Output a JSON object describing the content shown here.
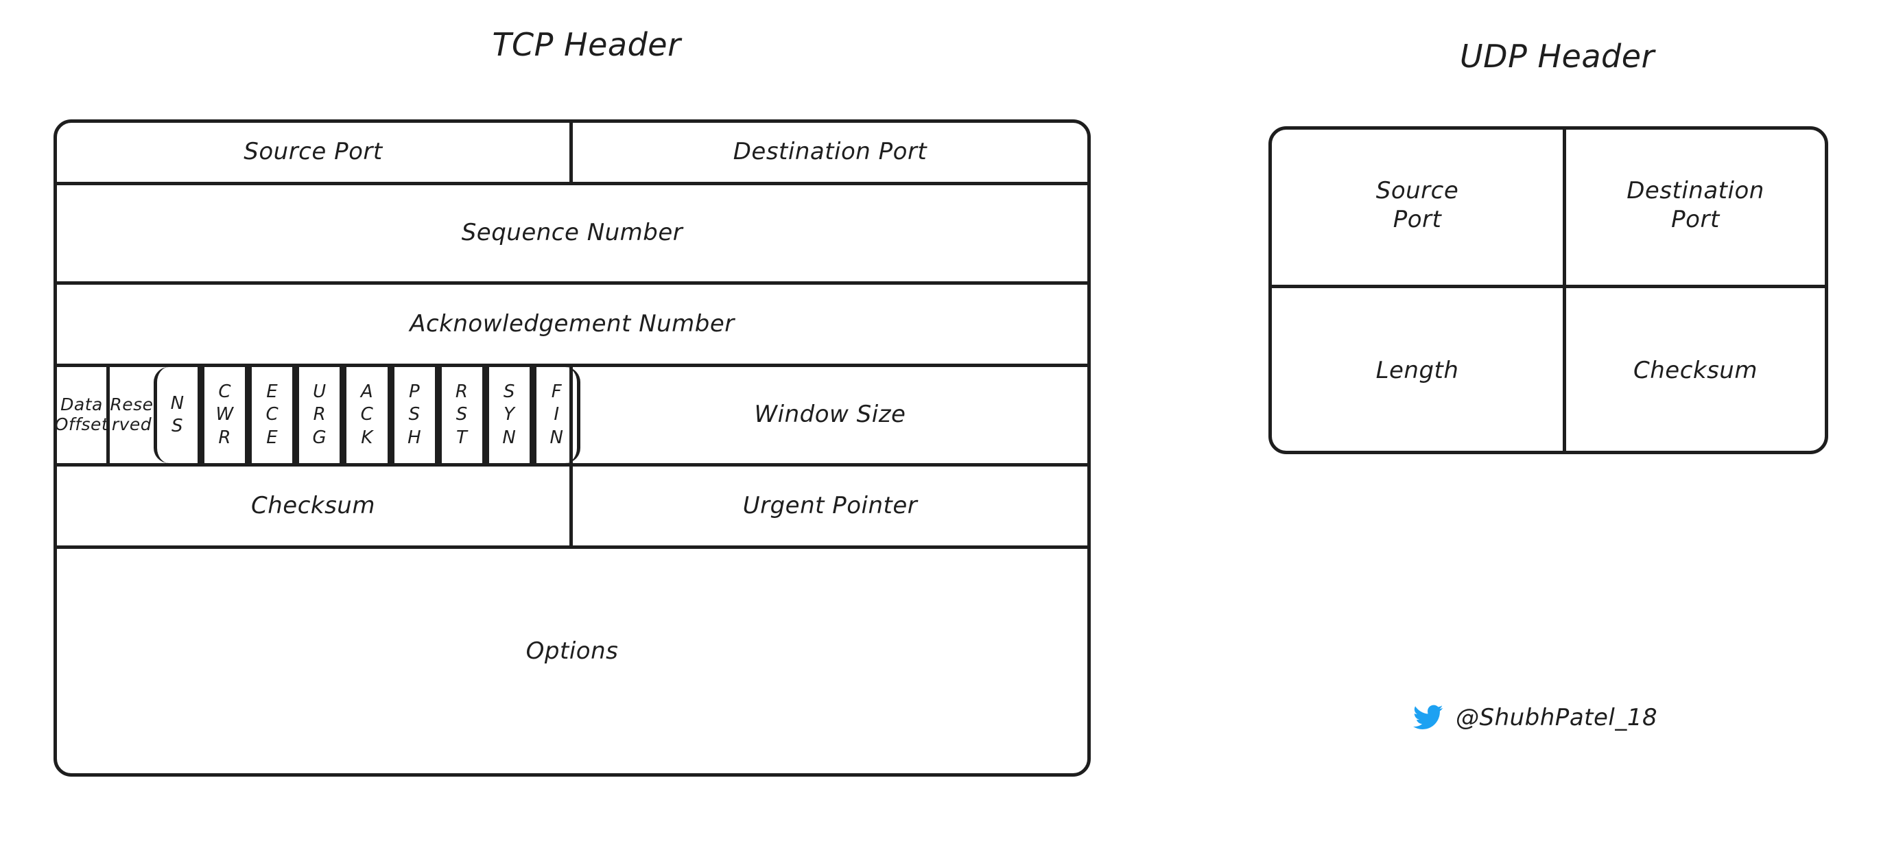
{
  "diagram": {
    "tcp": {
      "title": "TCP Header",
      "rows": {
        "source_port": "Source Port",
        "destination_port": "Destination Port",
        "sequence_number": "Sequence Number",
        "acknowledgement_number": "Acknowledgement Number",
        "data_offset": "Data\nOffset",
        "reserved": "Rese\nrved",
        "window_size": "Window Size",
        "checksum": "Checksum",
        "urgent_pointer": "Urgent Pointer",
        "options": "Options"
      },
      "flags": [
        {
          "name": "NS",
          "letters": "N\nS"
        },
        {
          "name": "CWR",
          "letters": "C\nW\nR"
        },
        {
          "name": "ECE",
          "letters": "E\nC\nE"
        },
        {
          "name": "URG",
          "letters": "U\nR\nG"
        },
        {
          "name": "ACK",
          "letters": "A\nC\nK"
        },
        {
          "name": "PSH",
          "letters": "P\nS\nH"
        },
        {
          "name": "RST",
          "letters": "R\nS\nT"
        },
        {
          "name": "SYN",
          "letters": "S\nY\nN"
        },
        {
          "name": "FIN",
          "letters": "F\nI\nN"
        }
      ]
    },
    "udp": {
      "title": "UDP Header",
      "cells": {
        "source_port": "Source\nPort",
        "destination_port": "Destination\nPort",
        "length": "Length",
        "checksum": "Checksum"
      }
    }
  },
  "credit": {
    "handle": "@ShubhPatel_18",
    "icon": "twitter-bird-icon"
  },
  "colors": {
    "ink": "#1e1e1e",
    "background": "#ffffff",
    "twitter_blue": "#1da1f2"
  }
}
